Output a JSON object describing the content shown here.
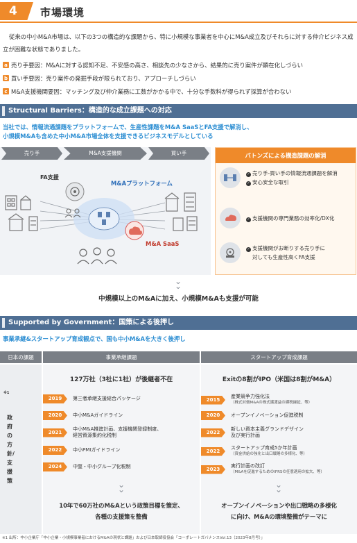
{
  "section": {
    "number": "4",
    "title": "市場環境"
  },
  "intro": "従来の中小M&A市場は、以下の3つの構造的な課題から、特に小規模な事業者を中心にM&A成立及びそれらに対する仲介ビジネス成立が困難な状態でありました。",
  "issues": [
    {
      "badge": "a",
      "text": "売り手要因：M&Aに対する認知不足、不安感の高さ、相談先の少なさから、結果的に売り案件が顕在化しづらい"
    },
    {
      "badge": "b",
      "text": "買い手要因：売り案件の発掘手段が限られており、アプローチしづらい"
    },
    {
      "badge": "c",
      "text": "M&A支援機関要因：マッチング及び仲介業務に工数がかかる中で、十分な手数料が得られず採算が合わない"
    }
  ],
  "structural": {
    "heading": "Structural Barriers：構造的な成立課題への対応",
    "sub1": "当社では、情報流通課題をプラットフォームで、生産性課題をM&A SaaSとFA支援で解消し、",
    "sub2": "小規模M&Aも含めた中小M&A市場全体を支援できるビジネスモデルとしている",
    "col_seller": "売り手",
    "col_support": "M&A支援機関",
    "col_buyer": "買い手",
    "fa_label": "FA支援",
    "platform_label": "M&Aプラットフォーム",
    "saas_label": "M&A SaaS",
    "panel_title": "バトンズによる構造課題の解消",
    "panel_items": [
      {
        "lines": [
          "売り手-買い手の情報流通課題を解消",
          "安心安全な取引"
        ],
        "icon": "platform-icon"
      },
      {
        "lines": [
          "支援機関の専門業務の効率化/DX化"
        ],
        "icon": "saas-icon"
      },
      {
        "lines": [
          "支援機関がお断りする売り手に",
          "対しても生産性高くFA支援"
        ],
        "icon": "fa-icon"
      }
    ],
    "conclusion": "中規模以上のM&Aに加え、小規模M&Aも支援が可能"
  },
  "government": {
    "heading": "Supported by Government：国策による後押し",
    "sub": "事業承継&スタートアップ育成観点で、国も中小M&Aを大きく後押し",
    "col_issue": "日本の課題",
    "col_succession": "事業承継課題",
    "col_startup": "スタートアップ育成課題",
    "row_label": "政府の方針/支援策",
    "row_label_sup": "※1",
    "succession_head": "127万社（3社に1社）が後継者不在",
    "succession_items": [
      {
        "year": "2019",
        "text": "第三者承継支援総合パッケージ",
        "sub": ""
      },
      {
        "year": "2020",
        "text": "中小M&Aガイドライン",
        "sub": ""
      },
      {
        "year": "2021",
        "text": "中小M&A推進計画、支援機関登録制度、",
        "sub": "経営資源集約化税制"
      },
      {
        "year": "2022",
        "text": "中小PMIガイドライン",
        "sub": ""
      },
      {
        "year": "2024",
        "text": "中堅・中小グループ化税制",
        "sub": ""
      }
    ],
    "succession_foot1": "10年で60万社のM&Aという政策目標を策定、",
    "succession_foot2": "各種の支援策を整備",
    "startup_head": "Exitの8割がIPO（米国は8割がM&A）",
    "startup_items": [
      {
        "year": "2015",
        "text": "産業競争力強化法",
        "sub": "（株式対価M&Aの株式譲渡益の課税繰延、等）"
      },
      {
        "year": "2020",
        "text": "オープンイノベーション促進税制",
        "sub": ""
      },
      {
        "year": "2022",
        "text": "新しい資本主義グランドデザイン",
        "sub": "及び実行計画"
      },
      {
        "year": "2022",
        "text": "スタートアップ育成5か年計画",
        "sub": "（資金供給の強化と出口戦略の多様化、等）"
      },
      {
        "year": "2023",
        "text": "実行計画の改訂",
        "sub": "（M&Aを促進するためのIFRSの任意適用の拡大、等）"
      }
    ],
    "startup_foot1": "オープンイノベーションや出口戦略の多様化",
    "startup_foot2": "に向け、M&Aの環境整備がテーマに"
  },
  "footnote": "※1 出所：中小企業庁「中小企業・小規模事業者におけるM&Aの現状と課題」および日本取締役協会「コーポレートガバナンスVol.13（2023年8月号）」",
  "colors": {
    "accent": "#ef8a2a",
    "bar": "#4f6f94",
    "link": "#2b8dd2",
    "gray": "#7a7f86"
  }
}
